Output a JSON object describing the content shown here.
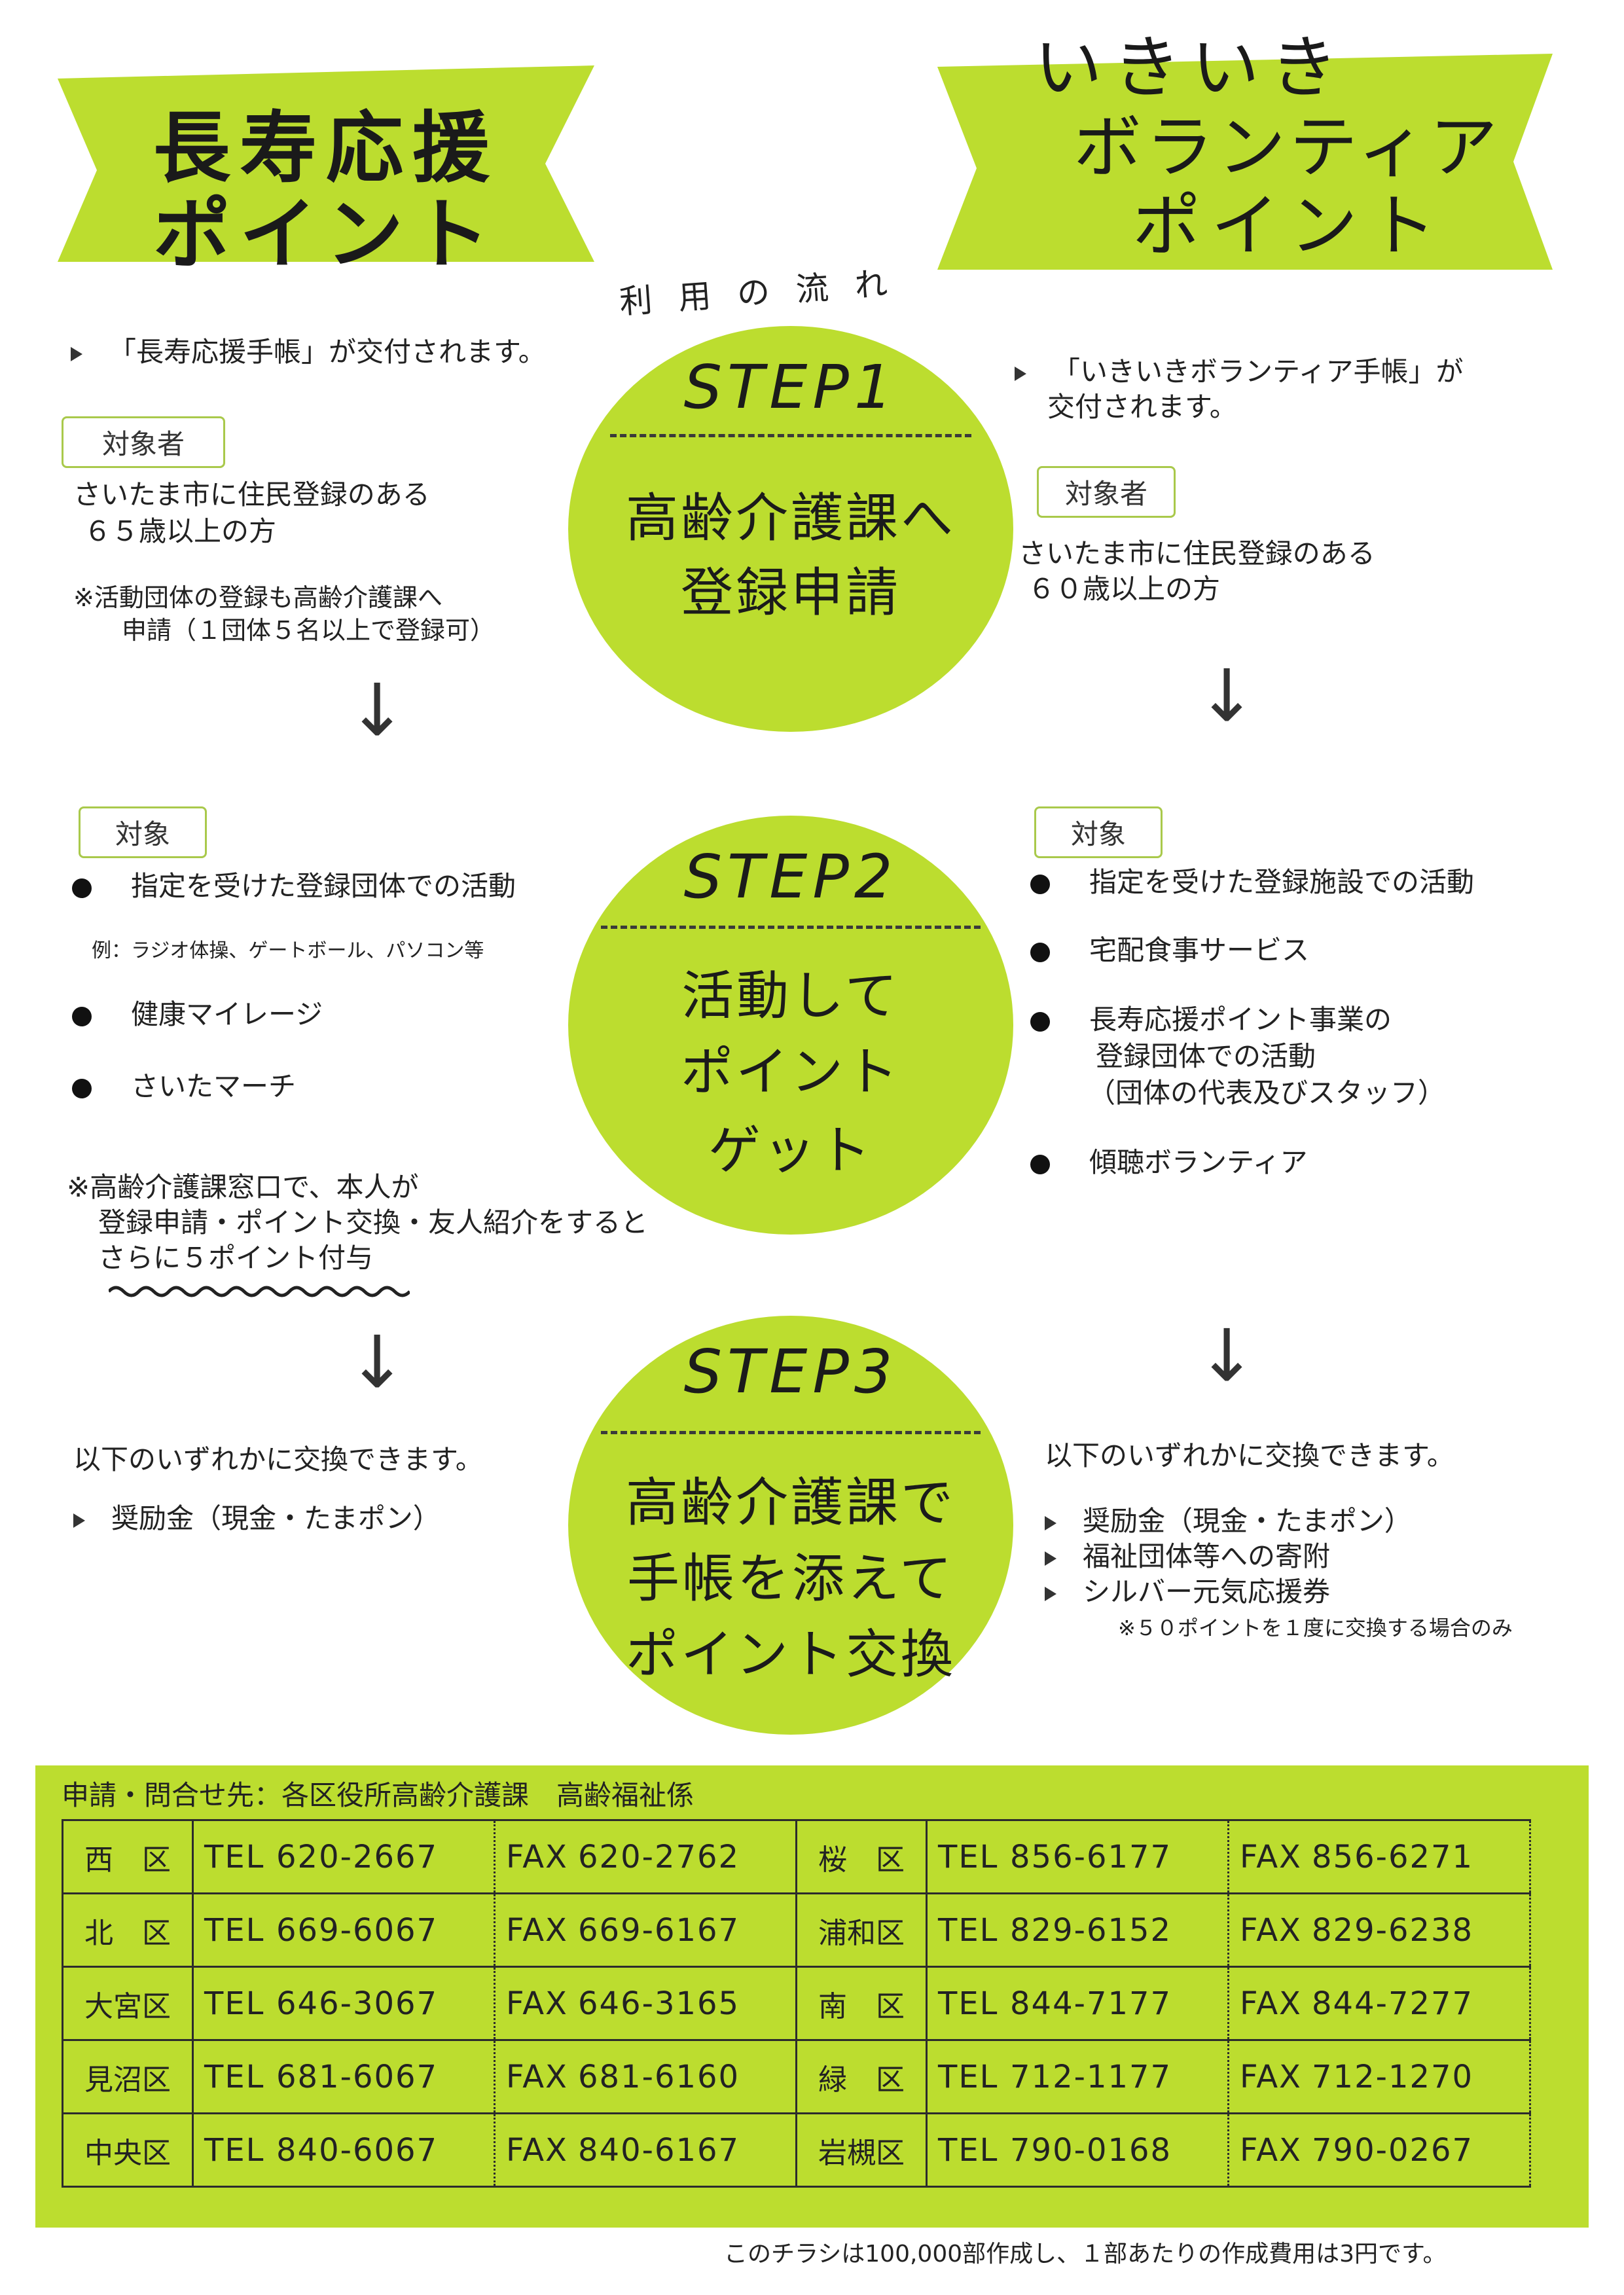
{
  "left_banner": {
    "line1": "長寿応援",
    "line2": "ポイント"
  },
  "right_banner": {
    "line1": "いきいき",
    "line2": "ボランティア",
    "line3": "ポイント"
  },
  "flow_label": "利用の流れ",
  "steps": [
    {
      "title": "STEP1",
      "body1": "高齢介護課へ",
      "body2": "登録申請"
    },
    {
      "title": "STEP2",
      "body1": "活動して",
      "body2": "ポイント",
      "body3": "ゲット"
    },
    {
      "title": "STEP3",
      "body1": "高齢介護課で",
      "body2": "手帳を添えて",
      "body3": "ポイント交換"
    }
  ],
  "left": {
    "step1_item": "「長寿応援手帳」が交付されます。",
    "target_tag": "対象者",
    "target_line1": "さいたま市に住民登録のある",
    "target_line2": "６５歳以上の方",
    "note_line1": "※活動団体の登録も高齢介護課へ",
    "note_line2": "申請（１団体５名以上で登録可）",
    "step2_tag": "対象",
    "activity1": "指定を受けた登録団体での活動",
    "activity1_example": "例：ラジオ体操、ゲートボール、パソコン等",
    "activity2": "健康マイレージ",
    "activity3": "さいたマーチ",
    "bonus_line1": "※高齢介護課窓口で、本人が",
    "bonus_line2": "登録申請・ポイント交換・友人紹介をすると",
    "bonus_line3": "さらに５ポイント付与",
    "exchange_intro": "以下のいずれかに交換できます。",
    "exchange1": "奨励金（現金・たまポン）"
  },
  "right": {
    "step1_item_line1": "「いきいきボランティア手帳」が",
    "step1_item_line2": "交付されます。",
    "target_tag": "対象者",
    "target_line1": "さいたま市に住民登録のある",
    "target_line2": "６０歳以上の方",
    "step2_tag": "対象",
    "activity1": "指定を受けた登録施設での活動",
    "activity2": "宅配食事サービス",
    "activity3_line1": "長寿応援ポイント事業の",
    "activity3_line2": "登録団体での活動",
    "activity3_line3": "（団体の代表及びスタッフ）",
    "activity4": "傾聴ボランティア",
    "exchange_intro": "以下のいずれかに交換できます。",
    "exchange1": "奨励金（現金・たまポン）",
    "exchange2": "福祉団体等への寄附",
    "exchange3": "シルバー元気応援券",
    "exchange_note": "※５０ポイントを１度に交換する場合のみ"
  },
  "arrow_symbol": "↓",
  "contact": {
    "title": "申請・問合せ先：各区役所高齢介護課　高齢福祉係",
    "tel_label": "TEL",
    "fax_label": "FAX",
    "rows": [
      {
        "ward_a": "西　区",
        "tel_a": "620-2667",
        "fax_a": "620-2762",
        "ward_b": "桜　区",
        "tel_b": "856-6177",
        "fax_b": "856-6271"
      },
      {
        "ward_a": "北　区",
        "tel_a": "669-6067",
        "fax_a": "669-6167",
        "ward_b": "浦和区",
        "tel_b": "829-6152",
        "fax_b": "829-6238"
      },
      {
        "ward_a": "大宮区",
        "tel_a": "646-3067",
        "fax_a": "646-3165",
        "ward_b": "南　区",
        "tel_b": "844-7177",
        "fax_b": "844-7277"
      },
      {
        "ward_a": "見沼区",
        "tel_a": "681-6067",
        "fax_a": "681-6160",
        "ward_b": "緑　区",
        "tel_b": "712-1177",
        "fax_b": "712-1270"
      },
      {
        "ward_a": "中央区",
        "tel_a": "840-6067",
        "fax_a": "840-6167",
        "ward_b": "岩槻区",
        "tel_b": "790-0168",
        "fax_b": "790-0267"
      }
    ]
  },
  "footer_note": "このチラシは100,000部作成し、１部あたりの作成費用は3円です。",
  "colors": {
    "accent": "#bcdd2f",
    "accent_dark": "#a9c94b",
    "text": "#222222"
  }
}
